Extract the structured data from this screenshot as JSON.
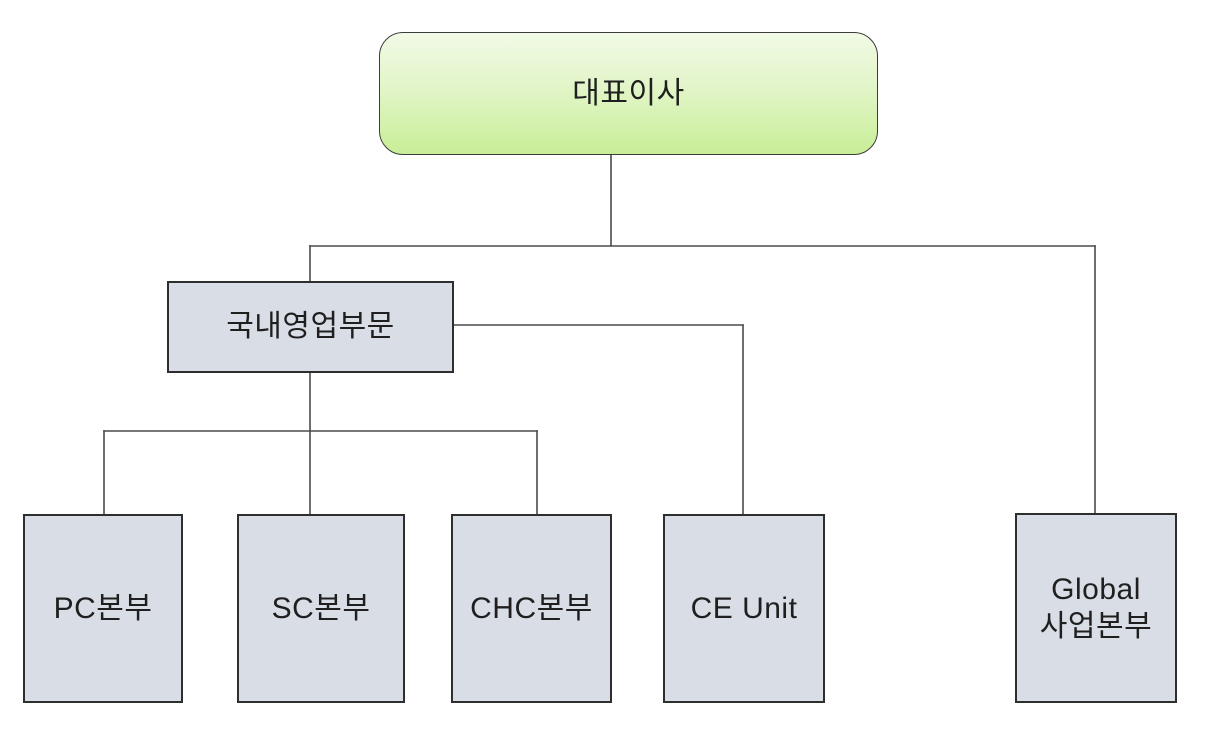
{
  "diagram": {
    "type": "org-chart",
    "background_color": "#ffffff",
    "line_color": "#4a4a4a",
    "nodes": {
      "ceo": {
        "label": "대표이사",
        "shape": "rounded-rectangle",
        "fill_gradient_top": "#f1fae6",
        "fill_gradient_bottom": "#c8ee97",
        "border_color": "#3c3c3c"
      },
      "domestic": {
        "label": "국내영업부문",
        "shape": "rectangle",
        "fill": "#d8dde6",
        "border_color": "#2e2e2e"
      },
      "pc": {
        "label": "PC본부",
        "shape": "rectangle",
        "fill": "#d8dde6",
        "border_color": "#2e2e2e"
      },
      "sc": {
        "label": "SC본부",
        "shape": "rectangle",
        "fill": "#d8dde6",
        "border_color": "#2e2e2e"
      },
      "chc": {
        "label": "CHC본부",
        "shape": "rectangle",
        "fill": "#d8dde6",
        "border_color": "#2e2e2e"
      },
      "ce": {
        "label": "CE Unit",
        "shape": "rectangle",
        "fill": "#d8dde6",
        "border_color": "#2e2e2e"
      },
      "global": {
        "label": "Global 사업본부",
        "label_line1": "Global",
        "label_line2": "사업본부",
        "shape": "rectangle",
        "fill": "#d8dde6",
        "border_color": "#2e2e2e"
      }
    },
    "edges": [
      {
        "from": "ceo",
        "to": "domestic"
      },
      {
        "from": "ceo",
        "to": "global"
      },
      {
        "from": "domestic",
        "to": "pc"
      },
      {
        "from": "domestic",
        "to": "sc"
      },
      {
        "from": "domestic",
        "to": "chc"
      },
      {
        "from": "domestic",
        "to": "ce"
      }
    ]
  }
}
